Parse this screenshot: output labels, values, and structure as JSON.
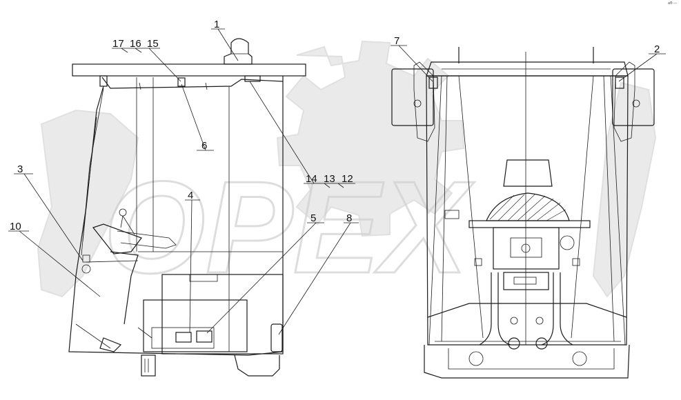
{
  "watermark": {
    "text": "OPEX"
  },
  "corner_mark": "a® ---",
  "callouts": {
    "c1": "1",
    "c2": "2",
    "c3": "3",
    "c4": "4",
    "c5": "5",
    "c6": "6",
    "c7": "7",
    "c8": "8",
    "c10": "10",
    "c12": "12",
    "c13": "13",
    "c14": "14",
    "c15": "15",
    "c16": "16",
    "c17": "17"
  },
  "icons": [
    "cab-side-view",
    "cab-front-view",
    "gear-watermark"
  ]
}
